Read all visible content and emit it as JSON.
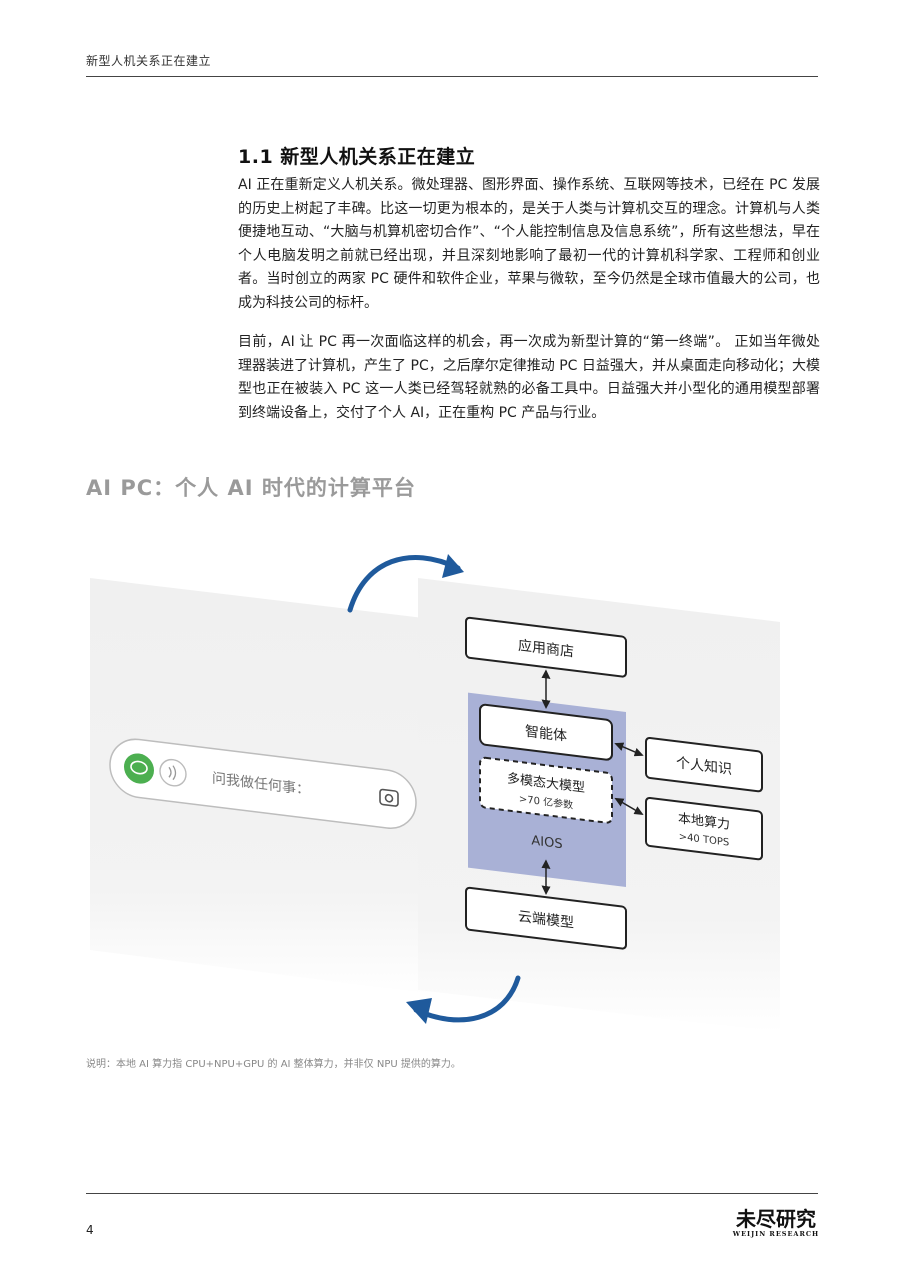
{
  "header": {
    "running_title": "新型人机关系正在建立"
  },
  "section": {
    "title": "1.1 新型人机关系正在建立",
    "paragraphs": [
      "AI 正在重新定义人机关系。微处理器、图形界面、操作系统、互联网等技术，已经在 PC 发展的历史上树起了丰碑。比这一切更为根本的，是关于人类与计算机交互的理念。计算机与人类便捷地互动、“大脑与机算机密切合作”、“个人能控制信息及信息系统”，所有这些想法，早在个人电脑发明之前就已经出现，并且深刻地影响了最初一代的计算机科学家、工程师和创业者。当时创立的两家 PC 硬件和软件企业，苹果与微软，至今仍然是全球市值最大的公司，也成为科技公司的标杆。",
      "目前，AI 让 PC 再一次面临这样的机会，再一次成为新型计算的“第一终端”。 正如当年微处理器装进了计算机，产生了 PC，之后摩尔定律推动 PC 日益强大，并从桌面走向移动化；大模型也正在被装入 PC 这一人类已经驾轻就熟的必备工具中。日益强大并小型化的通用模型部署到终端设备上，交付了个人 AI，正在重构 PC 产品与行业。"
    ]
  },
  "figure": {
    "title": "AI PC：个人 AI 时代的计算平台",
    "search_placeholder": "问我做任何事：",
    "boxes": {
      "app_store": "应用商店",
      "agent": "智能体",
      "multimodal_model": "多模态大模型",
      "multimodal_params": ">70 亿参数",
      "aios": "AIOS",
      "personal_knowledge": "个人知识",
      "local_compute": "本地算力",
      "local_compute_spec": ">40 TOPS",
      "cloud_model": "云端模型"
    },
    "caption": "说明：本地 AI 算力指 CPU+NPU+GPU 的 AI 整体算力，并非仅 NPU 提供的算力。",
    "colors": {
      "arrow_blue": "#1f5a9c",
      "aios_fill": "#a9b1d6",
      "panel_gray": "#efefef"
    }
  },
  "footer": {
    "page_number": "4",
    "logo_cn": "未尽研究",
    "logo_en": "WEIJIN RESEARCH"
  }
}
